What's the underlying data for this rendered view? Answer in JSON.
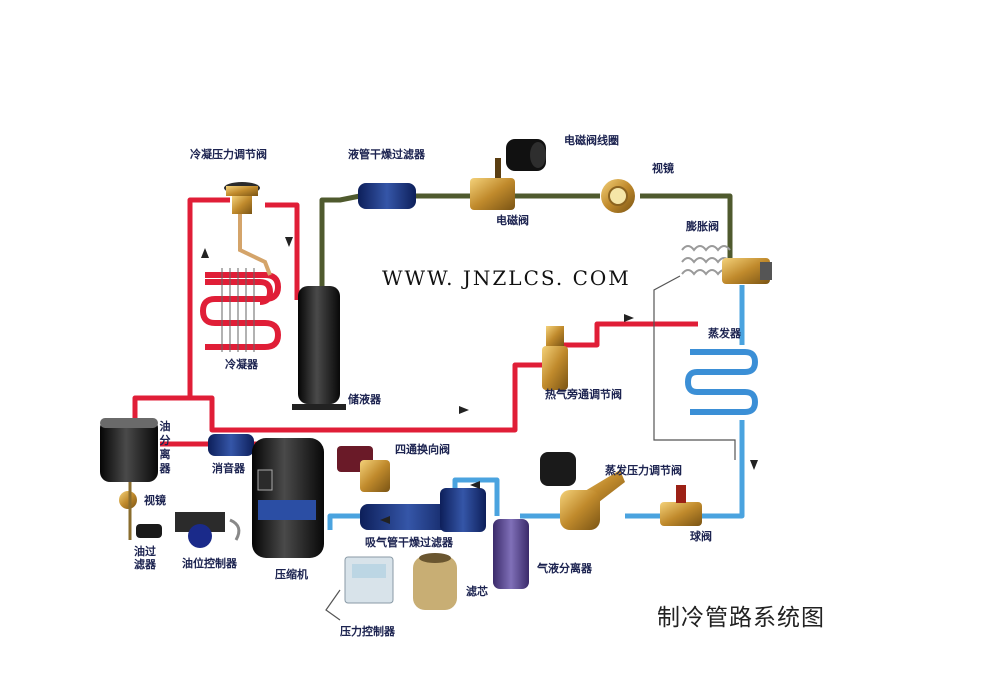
{
  "title": "制冷管路系统图",
  "watermark": "WWW. JNZLCS. COM",
  "labels": {
    "condensing_pressure_valve": "冷凝压力调节阀",
    "liquid_line_filter": "液管干燥过滤器",
    "solenoid_coil": "电磁阀线圈",
    "sight_glass_top": "视镜",
    "solenoid_valve": "电磁阀",
    "expansion_valve": "膨胀阀",
    "condenser": "冷凝器",
    "receiver": "储液器",
    "evaporator": "蒸发器",
    "hot_gas_bypass_valve": "热气旁通调节阀",
    "oil_separator": "油分离器",
    "muffler": "消音器",
    "four_way_valve": "四通换向阀",
    "evaporator_pressure_valve": "蒸发压力调节阀",
    "sight_glass_oil": "视镜",
    "oil_filter": "油过滤器",
    "oil_level_controller": "油位控制器",
    "compressor": "压缩机",
    "suction_filter": "吸气管干燥过滤器",
    "ball_valve": "球阀",
    "gas_liquid_separator": "气液分离器",
    "filter_core": "滤芯",
    "pressure_controller": "压力控制器"
  },
  "colors": {
    "hot_line": "#e01e37",
    "suction_line": "#4aa3df",
    "liquid_line": "#4f5a2e",
    "label_text": "#1c2350"
  }
}
